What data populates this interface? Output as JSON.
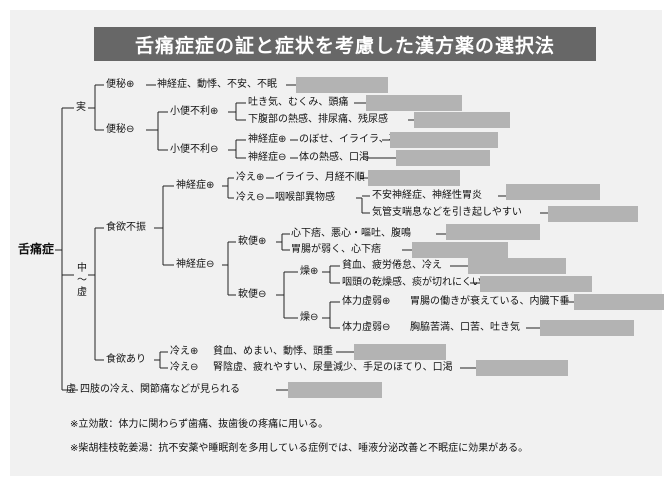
{
  "title": "舌痛症症の証と症状を考慮した漢方薬の選択法",
  "root": "舌痛症",
  "branches": {
    "jitsu": "実",
    "chukyo": "中〜虚",
    "kyo": "虚"
  },
  "nodes": {
    "benpi_plus": "便秘⊕",
    "benpi_plus_sym": "神経症、動悸、不安、不眠",
    "benpi_minus": "便秘⊖",
    "shoben_plus": "小便不利⊕",
    "shoben_plus_s1": "吐き気、むくみ、頭痛",
    "shoben_plus_s2": "下腹部の熱感、排尿痛、残尿感",
    "shoben_minus": "小便不利⊖",
    "shinkei_plus_a": "神経症⊕",
    "shinkei_plus_a_sym": "のぼせ、イライラ、不眠",
    "shinkei_minus_a": "神経症⊖",
    "shinkei_minus_a_sym": "体の熱感、口渇",
    "shokuyoku_fushin": "食欲不振",
    "shinkei_plus_b": "神経症⊕",
    "hie_plus_a": "冷え⊕",
    "hie_plus_a_sym": "イライラ、月経不順",
    "hie_minus_a": "冷え⊖",
    "hie_minus_a_sym": "咽喉部異物感",
    "hie_minus_a_s1": "不安神経症、神経性胃炎",
    "hie_minus_a_s2": "気管支喘息などを引き起しやすい",
    "shinkei_minus_b": "神経症⊖",
    "nanben_plus": "軟便⊕",
    "nanben_plus_s1": "心下痞、悪心・嘔吐、腹鳴",
    "nanben_plus_s2": "胃腸が弱く、心下痞",
    "nanben_minus": "軟便⊖",
    "sou_plus": "燥⊕",
    "sou_plus_s1": "貧血、疲労倦怠、冷え",
    "sou_plus_s2": "咽頭の乾燥感、痰が切れにくい",
    "sou_minus": "燥⊖",
    "tairyoku_plus": "体力虚弱⊕",
    "tairyoku_plus_sym": "胃腸の働きが衰えている、内臓下垂",
    "tairyoku_minus": "体力虚弱⊖",
    "tairyoku_minus_sym": "胸脇苦満、口苦、吐き気",
    "shokuyoku_ari": "食欲あり",
    "hie_plus_b": "冷え⊕",
    "hie_plus_b_sym": "貧血、めまい、動悸、頭重",
    "hie_minus_b": "冷え⊖",
    "hie_minus_b_sym": "腎陰虚、疲れやすい、尿量減少、手足のほてり、口渇",
    "kyo_sym": "四肢の冷え、関節痛などが見られる"
  },
  "notes": [
    "※立効散：体力に関わらず歯痛、抜歯後の疼痛に用いる。",
    "※柴胡桂枝乾姜湯：抗不安薬や睡眠剤を多用している症例では、唾液分泌改善と不眠症に効果がある。"
  ],
  "colors": {
    "title_bg": "#676767",
    "panel_bg": "#f1f1f1",
    "answer_box": "#b3b3b3",
    "line": "#222222"
  }
}
